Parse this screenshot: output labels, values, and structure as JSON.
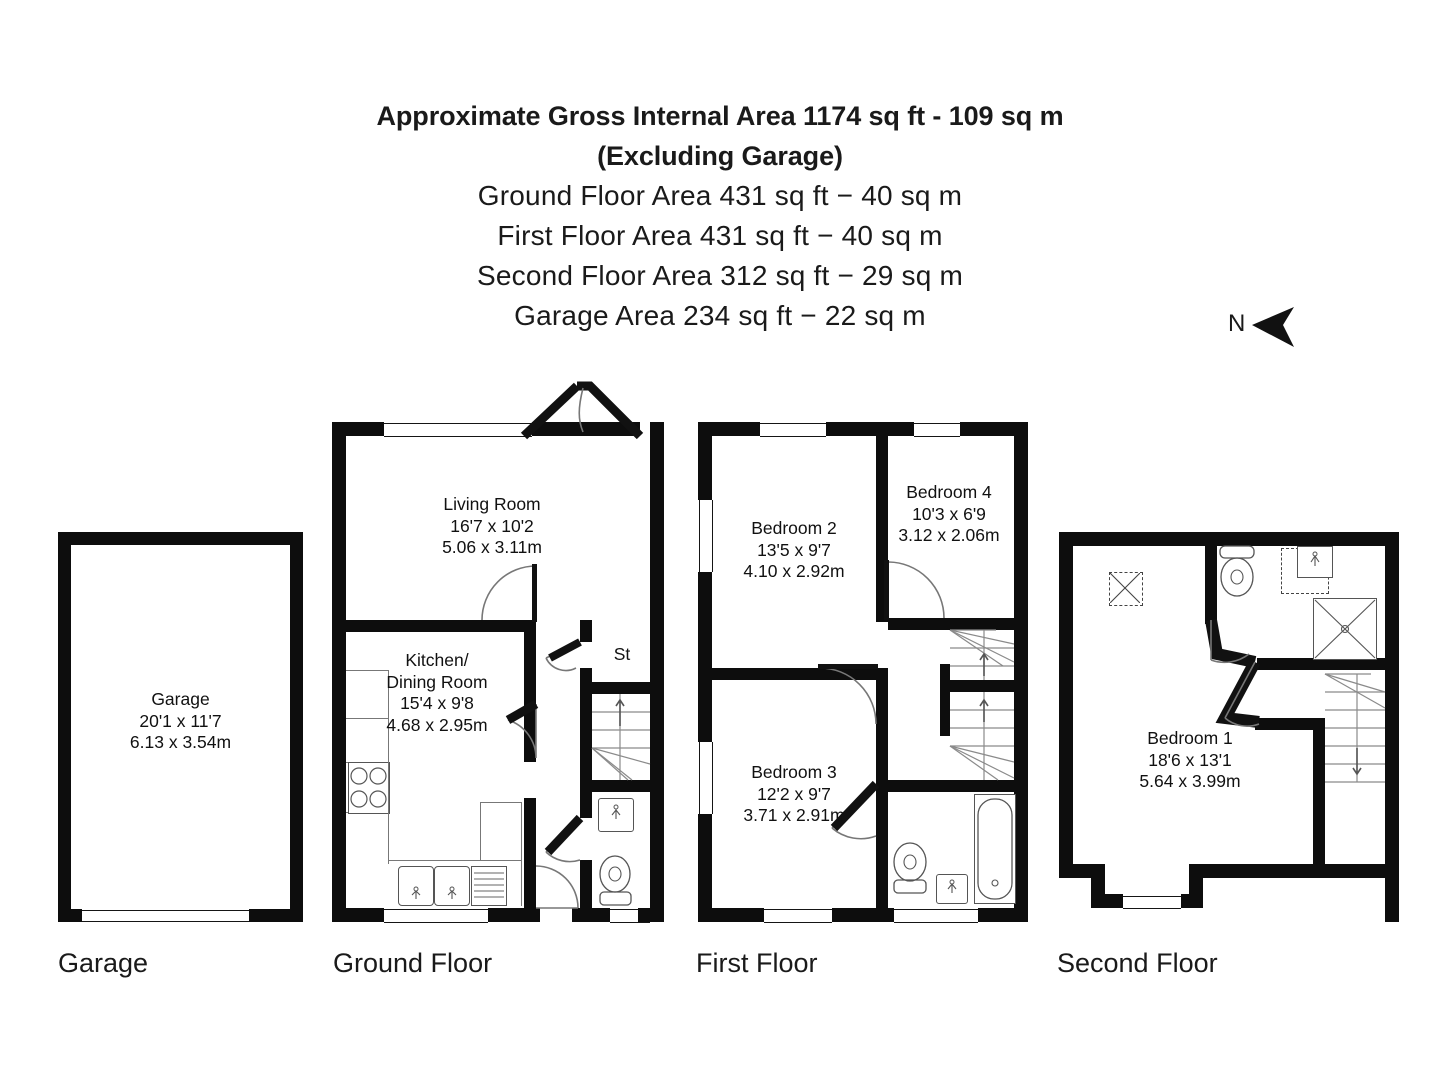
{
  "header": {
    "line1": "Approximate Gross Internal Area 1174 sq ft - 109 sq m",
    "line2": "(Excluding Garage)",
    "line3": "Ground Floor Area 431 sq ft − 40 sq m",
    "line4": "First Floor Area 431 sq ft − 40 sq m",
    "line5": "Second Floor Area 312 sq ft − 29 sq m",
    "line6": "Garage Area 234 sq ft − 22 sq m"
  },
  "compass": {
    "label": "N",
    "direction": "west"
  },
  "floors": [
    {
      "caption": "Garage"
    },
    {
      "caption": "Ground Floor"
    },
    {
      "caption": "First Floor"
    },
    {
      "caption": "Second Floor"
    }
  ],
  "rooms": {
    "garage": {
      "name": "Garage",
      "imperial": "20'1 x 11'7",
      "metric": "6.13 x 3.54m"
    },
    "living": {
      "name": "Living Room",
      "imperial": "16'7 x 10'2",
      "metric": "5.06 x 3.11m"
    },
    "kitchen": {
      "name1": "Kitchen/",
      "name2": "Dining Room",
      "imperial": "15'4 x 9'8",
      "metric": "4.68 x 2.95m"
    },
    "store": {
      "name": "St"
    },
    "bed2": {
      "name": "Bedroom 2",
      "imperial": "13'5 x 9'7",
      "metric": "4.10 x 2.92m"
    },
    "bed3": {
      "name": "Bedroom 3",
      "imperial": "12'2 x 9'7",
      "metric": "3.71 x 2.91m"
    },
    "bed4": {
      "name": "Bedroom 4",
      "imperial": "10'3 x 6'9",
      "metric": "3.12 x 2.06m"
    },
    "bed1": {
      "name": "Bedroom 1",
      "imperial": "18'6 x 13'1",
      "metric": "5.64 x 3.99m"
    }
  },
  "colors": {
    "wall": "#0d0d0d",
    "background": "#ffffff",
    "text": "#111111",
    "fixture_stroke": "#555555"
  }
}
